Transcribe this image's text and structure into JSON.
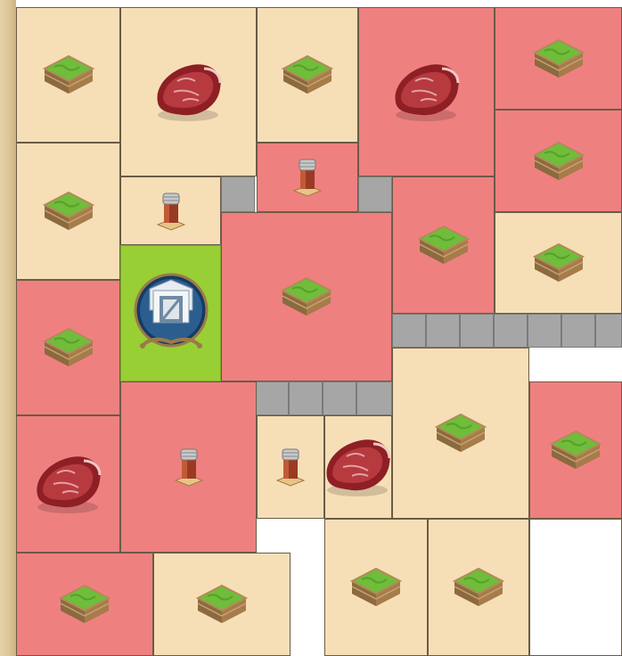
{
  "map": {
    "tiles": [
      {
        "id": "t1",
        "kind": "pasture",
        "status": "owned"
      },
      {
        "id": "t2",
        "kind": "meat",
        "status": "owned"
      },
      {
        "id": "t3",
        "kind": "pasture",
        "status": "owned"
      },
      {
        "id": "t4",
        "kind": "meat",
        "status": "locked"
      },
      {
        "id": "t5",
        "kind": "pasture",
        "status": "locked"
      },
      {
        "id": "t6",
        "kind": "pasture",
        "status": "owned"
      },
      {
        "id": "t7",
        "kind": "silo",
        "status": "owned"
      },
      {
        "id": "t8",
        "kind": "silo",
        "status": "locked"
      },
      {
        "id": "t9",
        "kind": "pasture",
        "status": "locked"
      },
      {
        "id": "t10",
        "kind": "pasture",
        "status": "locked"
      },
      {
        "id": "t11",
        "kind": "pasture",
        "status": "owned"
      },
      {
        "id": "t12",
        "kind": "barn",
        "status": "main"
      },
      {
        "id": "t13",
        "kind": "pasture",
        "status": "locked"
      },
      {
        "id": "t14",
        "kind": "pasture",
        "status": "locked"
      },
      {
        "id": "t15",
        "kind": "meat",
        "status": "locked"
      },
      {
        "id": "t16",
        "kind": "silo",
        "status": "locked"
      },
      {
        "id": "t17",
        "kind": "silo",
        "status": "owned"
      },
      {
        "id": "t18",
        "kind": "meat",
        "status": "owned"
      },
      {
        "id": "t19",
        "kind": "pasture",
        "status": "owned"
      },
      {
        "id": "t20",
        "kind": "pasture",
        "status": "locked"
      },
      {
        "id": "t21",
        "kind": "pasture",
        "status": "locked"
      },
      {
        "id": "t22",
        "kind": "pasture",
        "status": "owned"
      },
      {
        "id": "t23",
        "kind": "pasture",
        "status": "owned"
      },
      {
        "id": "t24",
        "kind": "pasture",
        "status": "owned"
      }
    ]
  },
  "colors": {
    "owned": "#f6dfb7",
    "locked": "#ef8080",
    "main": "#98cf34",
    "road": "#a6a6a6",
    "empty": "#ffffff",
    "tile_border": "#6b5b45"
  },
  "icons": {
    "pasture": "pasture-pen-icon",
    "meat": "raw-meat-icon",
    "silo": "water-tower-icon",
    "barn": "barn-gate-emblem-icon"
  }
}
